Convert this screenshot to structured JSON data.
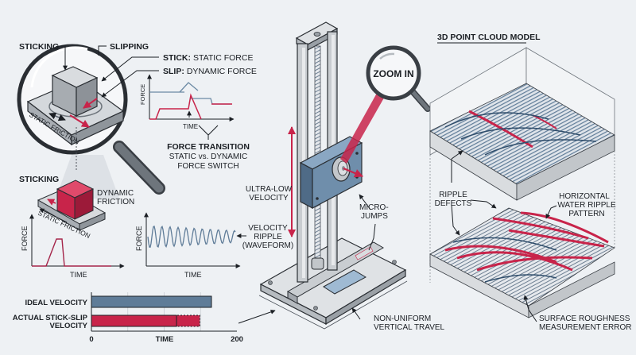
{
  "colors": {
    "background": "#eef1f4",
    "accent_red": "#c8244a",
    "steel_blue": "#5f7c98",
    "metal_gray": "#b9bec4",
    "ink": "#1b1f24"
  },
  "left_magnifier": {
    "sticking_label": "STICKING",
    "slipping_label": "SLIPPING",
    "static_friction_label": "STATIC FRICTION",
    "icon": "magnifier-icon"
  },
  "force_legend": {
    "stick_key": "STICK:",
    "stick_value": "STATIC FORCE",
    "slip_key": "SLIP:",
    "slip_value": "DYNAMIC FORCE"
  },
  "force_transition": {
    "title": "FORCE TRANSITION",
    "line1": "STATIC vs. DYNAMIC",
    "line2": "FORCE SWITCH",
    "y_axis": "FORCE",
    "x_axis": "TIME"
  },
  "block_detail": {
    "sticking_label": "STICKING",
    "dynamic_friction_line1": "DYNAMIC",
    "dynamic_friction_line2": "FRICTION",
    "static_friction_label": "STATIC FRICTION"
  },
  "force_pulse_chart": {
    "y_axis": "FORCE",
    "x_axis": "TIME"
  },
  "ripple_chart": {
    "y_axis": "FORCE",
    "x_axis": "TIME",
    "label_line1": "VELOCITY",
    "label_line2": "RIPPLE",
    "label_line3": "(WAVEFORM)"
  },
  "apparatus": {
    "ultra_low_line1": "ULTRA-LOW",
    "ultra_low_line2": "VELOCITY",
    "zoom_in_label": "ZOOM IN",
    "micro_jumps_line1": "MICRO-",
    "micro_jumps_line2": "JUMPS",
    "non_uniform_line1": "NON-UNIFORM",
    "non_uniform_line2": "VERTICAL TRAVEL"
  },
  "point_cloud": {
    "title": "3D POINT CLOUD MODEL",
    "ripple_defects_line1": "RIPPLE",
    "ripple_defects_line2": "DEFECTS",
    "horizontal_line1": "HORIZONTAL",
    "horizontal_line2": "WATER RIPPLE",
    "horizontal_line3": "PATTERN",
    "roughness_line1": "SURFACE ROUGHNESS",
    "roughness_line2": "MEASUREMENT ERROR"
  },
  "chart_data": {
    "type": "bar",
    "orientation": "horizontal",
    "categories": [
      "IDEAL VELOCITY",
      "ACTUAL STICK-SLIP VELOCITY"
    ],
    "series": [
      {
        "name": "ideal",
        "values": [
          165,
          null
        ]
      },
      {
        "name": "actual_solid",
        "values": [
          null,
          117
        ]
      },
      {
        "name": "actual_dashed_extent",
        "values": [
          null,
          149
        ]
      }
    ],
    "xlabel": "TIME",
    "xlim": [
      0,
      200
    ],
    "x_ticks": [
      "0",
      "200"
    ],
    "gridlines": [
      50,
      100,
      150
    ],
    "grid": true
  }
}
